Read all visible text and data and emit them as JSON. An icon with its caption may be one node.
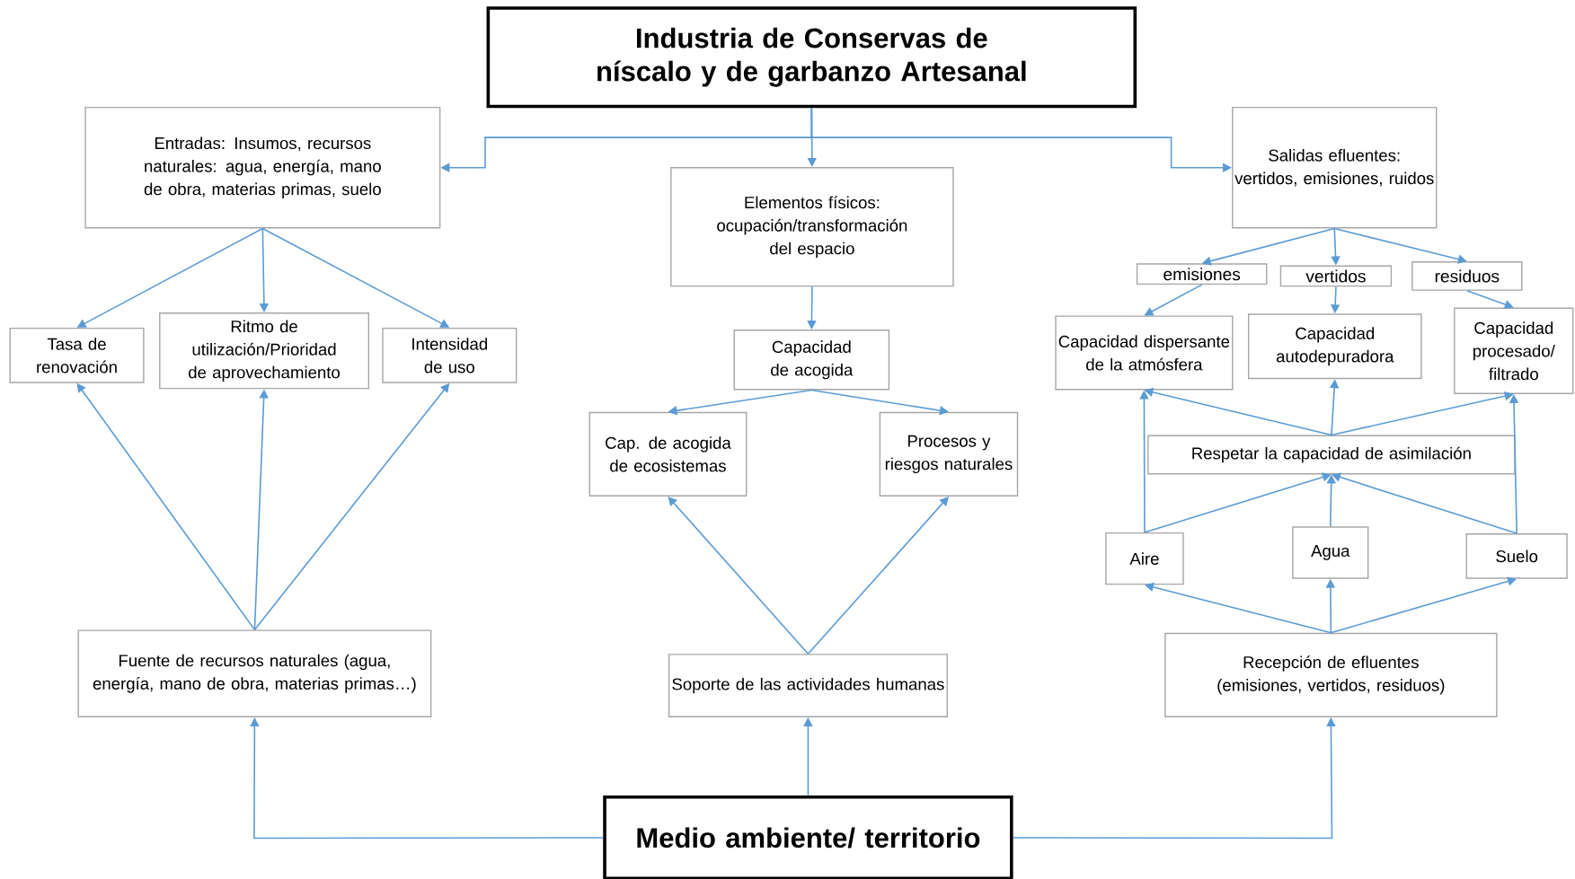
{
  "diagram": {
    "nodes": [
      {
        "text": [
          "Industria de Conservas de níscalo y de garbanzo Artesanal"
        ]
      },
      {
        "text": [
          "Entradas: Insumos, recursos naturales: agua, energía, mano de obra, materias primas, suelo"
        ]
      },
      {
        "text": [
          "Elementos físicos: ocupación/transformación del espacio"
        ]
      },
      {
        "text": [
          "Salidas efluentes: vertidos, emisiones, ruidos"
        ]
      },
      {
        "text": [
          "Tasa de renovación"
        ]
      },
      {
        "text": [
          "Ritmo de utilización/Prioridad de aprovechamiento"
        ]
      },
      {
        "text": [
          "Intensidad de uso"
        ]
      },
      {
        "text": [
          "emisiones"
        ]
      },
      {
        "text": [
          "vertidos"
        ]
      },
      {
        "text": [
          "residuos"
        ]
      },
      {
        "text": [
          "Capacidad dispersante de la atmósfera"
        ]
      },
      {
        "text": [
          "Capacidad autodepuradora"
        ]
      },
      {
        "text": [
          "Capacidad procesado/ filtrado"
        ]
      },
      {
        "text": [
          "Capacidad de acogida"
        ]
      },
      {
        "text": [
          "Cap. de acogida de ecosistemas"
        ]
      },
      {
        "text": [
          "Procesos y riesgos naturales"
        ]
      },
      {
        "text": [
          "Respetar la capacidad de asimilación"
        ]
      },
      {
        "text": [
          "Aire"
        ]
      },
      {
        "text": [
          "Agua"
        ]
      },
      {
        "text": [
          "Suelo"
        ]
      },
      {
        "text": [
          "Fuente de recursos naturales (agua, energía, mano de obra, materias primas…)"
        ]
      },
      {
        "text": [
          "Soporte de las actividades humanas"
        ]
      },
      {
        "text": [
          "Recepción de efluentes (emisiones, vertidos, residuos)"
        ]
      },
      {
        "text": [
          "Medio ambiente/ territorio"
        ]
      }
    ],
    "edges": [
      {
        "from": 0,
        "to": 1,
        "arrow": "to"
      },
      {
        "from": 0,
        "to": 2,
        "arrow": "to"
      },
      {
        "from": 0,
        "to": 3,
        "arrow": "to"
      },
      {
        "from": 1,
        "to": 4,
        "arrow": "to"
      },
      {
        "from": 1,
        "to": 5,
        "arrow": "to"
      },
      {
        "from": 1,
        "to": 6,
        "arrow": "to"
      },
      {
        "from": 20,
        "to": 4,
        "arrow": "to"
      },
      {
        "from": 20,
        "to": 5,
        "arrow": "to"
      },
      {
        "from": 20,
        "to": 6,
        "arrow": "to"
      },
      {
        "from": 2,
        "to": 13,
        "arrow": "to"
      },
      {
        "from": 13,
        "to": 14,
        "arrow": "to"
      },
      {
        "from": 13,
        "to": 15,
        "arrow": "to"
      },
      {
        "from": 21,
        "to": 14,
        "arrow": "to"
      },
      {
        "from": 21,
        "to": 15,
        "arrow": "to"
      },
      {
        "from": 3,
        "to": 7,
        "arrow": "to"
      },
      {
        "from": 3,
        "to": 8,
        "arrow": "to"
      },
      {
        "from": 3,
        "to": 9,
        "arrow": "to"
      },
      {
        "from": 7,
        "to": 10,
        "arrow": "to"
      },
      {
        "from": 8,
        "to": 11,
        "arrow": "to"
      },
      {
        "from": 9,
        "to": 12,
        "arrow": "to"
      },
      {
        "from": 16,
        "to": 10,
        "arrow": "to"
      },
      {
        "from": 16,
        "to": 11,
        "arrow": "to"
      },
      {
        "from": 16,
        "to": 12,
        "arrow": "to"
      },
      {
        "from": 17,
        "to": 10,
        "arrow": "to"
      },
      {
        "from": 19,
        "to": 12,
        "arrow": "to"
      },
      {
        "from": 17,
        "to": 16,
        "arrow": "to"
      },
      {
        "from": 18,
        "to": 16,
        "arrow": "to"
      },
      {
        "from": 19,
        "to": 16,
        "arrow": "to"
      },
      {
        "from": 22,
        "to": 17,
        "arrow": "to"
      },
      {
        "from": 22,
        "to": 18,
        "arrow": "to"
      },
      {
        "from": 22,
        "to": 19,
        "arrow": "to"
      },
      {
        "from": 23,
        "to": 20,
        "arrow": "to"
      },
      {
        "from": 23,
        "to": 21,
        "arrow": "to"
      },
      {
        "from": 23,
        "to": 22,
        "arrow": "to"
      }
    ]
  }
}
